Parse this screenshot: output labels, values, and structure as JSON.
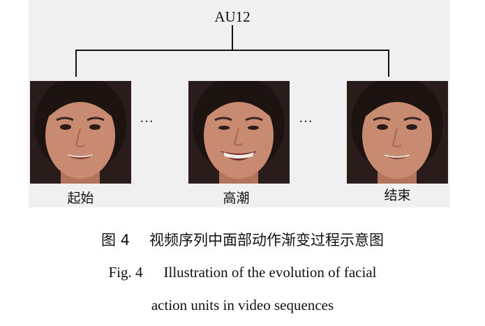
{
  "figure": {
    "root_label": "AU12",
    "ellipsis": "…",
    "frames": [
      {
        "label": "起始",
        "expression": "slight-smile",
        "icon": "face-photo-onset"
      },
      {
        "label": "高潮",
        "expression": "broad-smile",
        "icon": "face-photo-apex"
      },
      {
        "label": "结束",
        "expression": "slight-smile",
        "icon": "face-photo-offset"
      }
    ]
  },
  "caption": {
    "cn_number": "图 4",
    "cn_text": "视频序列中面部动作渐变过程示意图",
    "en_number": "Fig. 4",
    "en_line1": "Illustration of the evolution of facial",
    "en_line2": "action units in video sequences"
  },
  "colors": {
    "panel_background": "#f0f0f0",
    "photo_background": "#2a1c1a",
    "skin": "#c98a72",
    "hair": "#1d1311"
  }
}
